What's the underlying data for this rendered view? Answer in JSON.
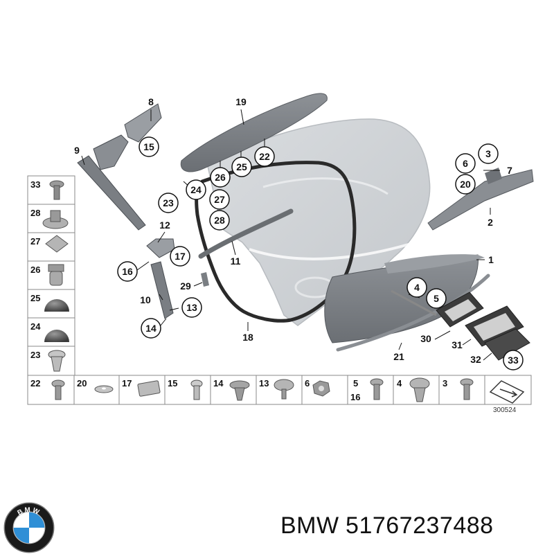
{
  "diagram": {
    "drawing_number": "300524",
    "callouts": [
      "1",
      "2",
      "3",
      "4",
      "5",
      "6",
      "7",
      "8",
      "9",
      "10",
      "11",
      "12",
      "13",
      "14",
      "15",
      "16",
      "17",
      "18",
      "19",
      "20",
      "21",
      "22",
      "23",
      "24",
      "25",
      "26",
      "27",
      "28",
      "29",
      "30",
      "31",
      "32",
      "33"
    ],
    "legend_left": [
      "33",
      "28",
      "27",
      "26",
      "25",
      "24",
      "23"
    ],
    "legend_bottom": [
      "22",
      "20",
      "17",
      "15",
      "14",
      "13",
      "6",
      "5",
      "16",
      "4",
      "3"
    ]
  },
  "footer": {
    "brand": "BMW",
    "part_number": "51767237488"
  },
  "logo": {
    "letters": "BMW",
    "colors": {
      "blue": "#2f8fd6",
      "white": "#ffffff",
      "ring": "#1a1a1a"
    }
  }
}
